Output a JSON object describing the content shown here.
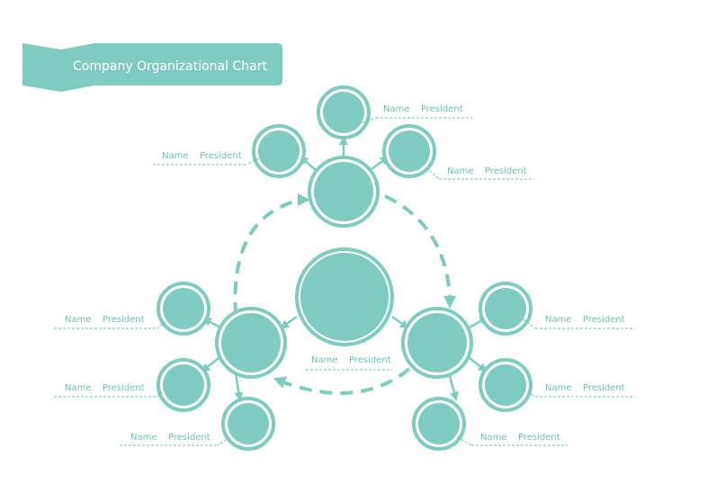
{
  "title": "Company Organizational Chart",
  "colors": {
    "teal": "#7ecbbf",
    "tealDark": "#6fc0b3",
    "skin": "#f6cfb5",
    "suit": "#1d1d1d",
    "hairBrown": "#5a3a22",
    "oldSuit": "#8a7d73"
  },
  "nodes": [
    {
      "id": "ceo",
      "name": "Name",
      "role": "President",
      "avatar": "old-man-avatar"
    },
    {
      "id": "top-manager",
      "avatar": "young-man-avatar"
    },
    {
      "id": "top-child-1",
      "name": "Name",
      "role": "President",
      "avatar": "young-man-avatar"
    },
    {
      "id": "top-child-2",
      "name": "Name",
      "role": "President",
      "avatar": "young-man-avatar"
    },
    {
      "id": "top-child-3",
      "name": "Name",
      "role": "President",
      "avatar": "young-man-avatar"
    },
    {
      "id": "left-manager",
      "avatar": "glasses-man-avatar"
    },
    {
      "id": "left-child-1",
      "name": "Name",
      "role": "President",
      "avatar": "glasses-man-avatar"
    },
    {
      "id": "left-child-2",
      "name": "Name",
      "role": "President",
      "avatar": "glasses-man-avatar"
    },
    {
      "id": "left-child-3",
      "name": "Name",
      "role": "President",
      "avatar": "glasses-man-avatar"
    },
    {
      "id": "right-manager",
      "avatar": "woman-avatar"
    },
    {
      "id": "right-child-1",
      "name": "Name",
      "role": "President",
      "avatar": "woman-avatar"
    },
    {
      "id": "right-child-2",
      "name": "Name",
      "role": "President",
      "avatar": "woman-avatar"
    },
    {
      "id": "right-child-3",
      "name": "Name",
      "role": "President",
      "avatar": "woman-avatar"
    }
  ]
}
